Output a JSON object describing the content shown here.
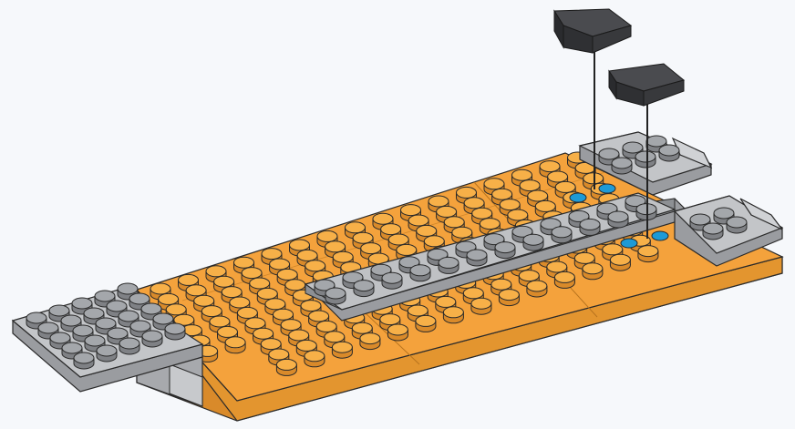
{
  "illustration": {
    "kind": "building-instruction-step",
    "colors": {
      "background": "#f6f8fb",
      "orange_top": "#f4a23c",
      "orange_side": "#d98a2a",
      "orange_stud": "#f7b048",
      "gray_top": "#bfc1c4",
      "gray_side": "#9a9ca0",
      "gray_stud": "#9da0a4",
      "dark_piece": "#2f3033",
      "dark_piece_top": "#4a4b4f",
      "blue_marker": "#1e9ad6",
      "outline": "#2a2a2a",
      "pointer_line": "#222222"
    },
    "parts": [
      {
        "name": "orange-base-plate",
        "color": "orange"
      },
      {
        "name": "gray-center-plate",
        "color": "gray"
      },
      {
        "name": "gray-front-plate",
        "color": "gray"
      },
      {
        "name": "gray-rear-tile-upper",
        "color": "gray"
      },
      {
        "name": "gray-rear-tile-lower",
        "color": "gray"
      },
      {
        "name": "dark-slope-piece-upper",
        "color": "dark-gray"
      },
      {
        "name": "dark-slope-piece-lower",
        "color": "dark-gray"
      }
    ],
    "placement_markers": 4
  }
}
